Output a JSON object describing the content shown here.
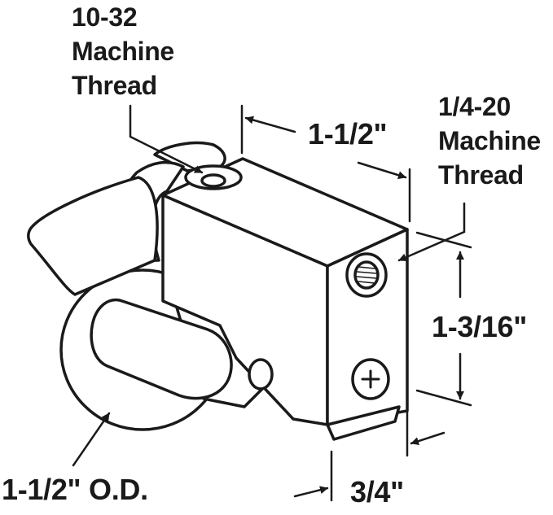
{
  "colors": {
    "ink": "#1a1a1a",
    "paper": "#ffffff"
  },
  "labels": {
    "thread_top_size": "10-32",
    "thread_top_type": "Machine",
    "thread_top_word": "Thread",
    "thread_side_size": "1/4-20",
    "thread_side_type": "Machine",
    "thread_side_word": "Thread",
    "length": "1-1/2\"",
    "height": "1-3/16\"",
    "width": "3/4\"",
    "wheel_od": "1-1/2\" O.D."
  }
}
